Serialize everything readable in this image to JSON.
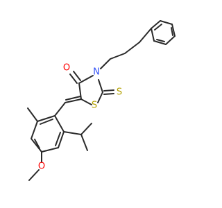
{
  "molecule": {
    "atom_labels": {
      "carbonyl_oxygen": "O",
      "ring_nitrogen": "N",
      "ring_sulfur": "S",
      "thione_sulfur": "S",
      "methoxy_oxygen": "O"
    },
    "colors": {
      "bond": "#2a2a2a",
      "oxygen": "#ff0000",
      "nitrogen": "#3050f8",
      "sulfur": "#b3a100"
    }
  }
}
